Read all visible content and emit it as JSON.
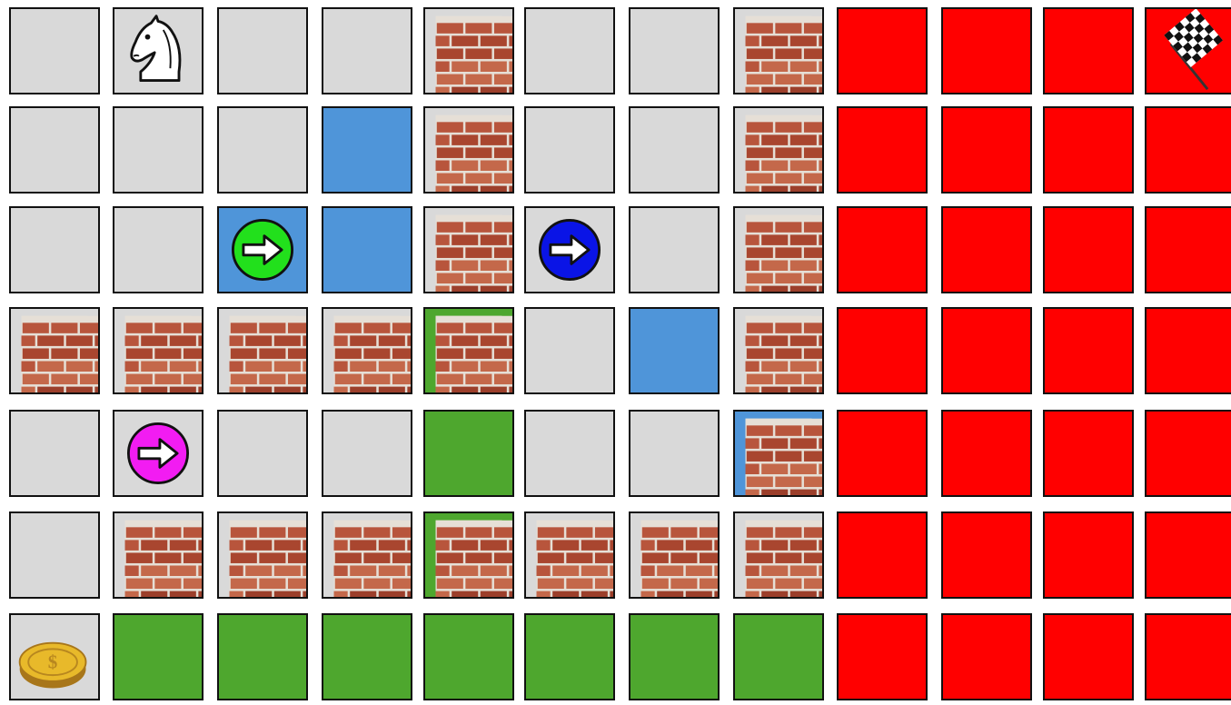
{
  "board": {
    "rows": 7,
    "cols": 12,
    "colors": {
      "gray": "#d9d9d9",
      "blue": "#4f95d9",
      "green": "#4ea72e",
      "red": "#ff0000",
      "brick": "#b8553c",
      "mortar": "#e6dfd6",
      "arrow_green": "#22e01c",
      "arrow_blue": "#0a14e6",
      "arrow_magenta": "#f21cf2",
      "coin": "#e8b92a"
    },
    "tiles": [
      [
        "gray",
        "gray",
        "gray",
        "gray",
        "gray",
        "gray",
        "gray",
        "gray",
        "red",
        "red",
        "red",
        "red"
      ],
      [
        "gray",
        "gray",
        "gray",
        "blue",
        "gray",
        "gray",
        "gray",
        "gray",
        "red",
        "red",
        "red",
        "red"
      ],
      [
        "gray",
        "gray",
        "blue",
        "blue",
        "gray",
        "gray",
        "gray",
        "gray",
        "red",
        "red",
        "red",
        "red"
      ],
      [
        "gray",
        "gray",
        "gray",
        "gray",
        "green",
        "gray",
        "blue",
        "gray",
        "red",
        "red",
        "red",
        "red"
      ],
      [
        "gray",
        "gray",
        "gray",
        "gray",
        "green",
        "gray",
        "gray",
        "blue",
        "red",
        "red",
        "red",
        "red"
      ],
      [
        "gray",
        "gray",
        "gray",
        "gray",
        "green",
        "gray",
        "gray",
        "gray",
        "red",
        "red",
        "red",
        "red"
      ],
      [
        "gray",
        "green",
        "green",
        "green",
        "green",
        "green",
        "green",
        "green",
        "red",
        "red",
        "red",
        "red"
      ]
    ],
    "objects": [
      {
        "row": 0,
        "col": 1,
        "icon": "knight-icon"
      },
      {
        "row": 0,
        "col": 4,
        "icon": "brick-wall-icon"
      },
      {
        "row": 0,
        "col": 7,
        "icon": "brick-wall-icon"
      },
      {
        "row": 0,
        "col": 11,
        "icon": "checkered-flag-icon"
      },
      {
        "row": 1,
        "col": 4,
        "icon": "brick-wall-icon"
      },
      {
        "row": 1,
        "col": 7,
        "icon": "brick-wall-icon"
      },
      {
        "row": 2,
        "col": 2,
        "icon": "arrow-right-icon",
        "color": "#22e01c"
      },
      {
        "row": 2,
        "col": 4,
        "icon": "brick-wall-icon"
      },
      {
        "row": 2,
        "col": 5,
        "icon": "arrow-right-icon",
        "color": "#0a14e6"
      },
      {
        "row": 2,
        "col": 7,
        "icon": "brick-wall-icon"
      },
      {
        "row": 3,
        "col": 0,
        "icon": "brick-wall-icon"
      },
      {
        "row": 3,
        "col": 1,
        "icon": "brick-wall-icon"
      },
      {
        "row": 3,
        "col": 2,
        "icon": "brick-wall-icon"
      },
      {
        "row": 3,
        "col": 3,
        "icon": "brick-wall-icon"
      },
      {
        "row": 3,
        "col": 4,
        "icon": "brick-wall-icon"
      },
      {
        "row": 3,
        "col": 7,
        "icon": "brick-wall-icon"
      },
      {
        "row": 4,
        "col": 1,
        "icon": "arrow-right-icon",
        "color": "#f21cf2"
      },
      {
        "row": 4,
        "col": 7,
        "icon": "brick-wall-icon"
      },
      {
        "row": 5,
        "col": 1,
        "icon": "brick-wall-icon"
      },
      {
        "row": 5,
        "col": 2,
        "icon": "brick-wall-icon"
      },
      {
        "row": 5,
        "col": 3,
        "icon": "brick-wall-icon"
      },
      {
        "row": 5,
        "col": 4,
        "icon": "brick-wall-icon"
      },
      {
        "row": 5,
        "col": 5,
        "icon": "brick-wall-icon"
      },
      {
        "row": 5,
        "col": 6,
        "icon": "brick-wall-icon"
      },
      {
        "row": 5,
        "col": 7,
        "icon": "brick-wall-icon"
      },
      {
        "row": 6,
        "col": 0,
        "icon": "gold-coin-icon"
      }
    ]
  }
}
